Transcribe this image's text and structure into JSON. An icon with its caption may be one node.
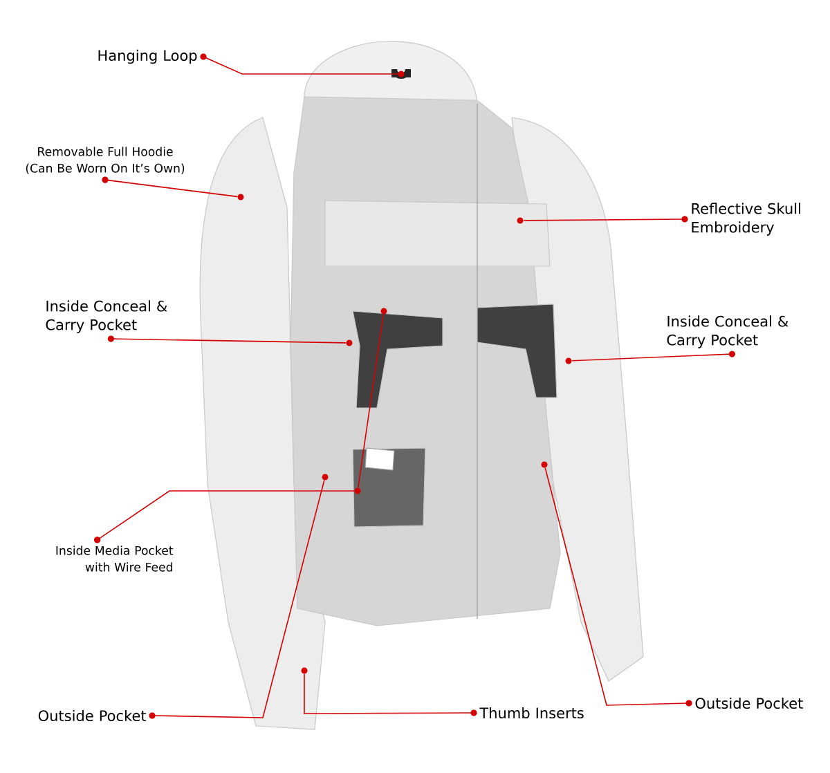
{
  "diagram": {
    "nodes": [
      {
        "text": [
          "Hanging Loop"
        ]
      },
      {
        "text": [],
        "shape": "circle"
      },
      {
        "text": [
          "Removable Full Hoodie (Can Be Worn On It’s Own)"
        ]
      },
      {
        "text": [],
        "shape": "circle"
      },
      {
        "text": [
          "Reflective Skull Embroidery"
        ]
      },
      {
        "text": [],
        "shape": "circle"
      },
      {
        "text": [
          "Inside Conceal & Carry Pocket"
        ]
      },
      {
        "text": [],
        "shape": "circle"
      },
      {
        "text": [],
        "shape": "circle"
      },
      {
        "text": [
          "Inside Conceal & Carry Pocket"
        ]
      },
      {
        "text": [],
        "shape": "circle"
      },
      {
        "text": [
          "Inside Media Pocket with Wire Feed"
        ]
      },
      {
        "text": [],
        "shape": "circle"
      },
      {
        "text": [],
        "shape": "circle"
      },
      {
        "text": [],
        "shape": "circle"
      },
      {
        "text": [],
        "shape": "circle"
      },
      {
        "text": [
          "Outside Pocket"
        ]
      },
      {
        "text": [
          "Thumb Inserts"
        ]
      },
      {
        "text": [
          "Outside Pocket"
        ]
      }
    ],
    "edges": [
      {
        "from": 0,
        "to": 1,
        "arrow": "none"
      },
      {
        "from": 2,
        "to": 3,
        "arrow": "none"
      },
      {
        "from": 4,
        "to": 5,
        "arrow": "none"
      },
      {
        "from": 6,
        "to": 7,
        "arrow": "none"
      },
      {
        "from": 9,
        "to": 10,
        "arrow": "none"
      },
      {
        "from": 11,
        "to": 12,
        "arrow": "none"
      },
      {
        "from": 12,
        "to": 8,
        "arrow": "none"
      },
      {
        "from": 16,
        "to": 13,
        "arrow": "none"
      },
      {
        "from": 17,
        "to": 15,
        "arrow": "none"
      },
      {
        "from": 18,
        "to": 14,
        "arrow": "none"
      }
    ]
  }
}
